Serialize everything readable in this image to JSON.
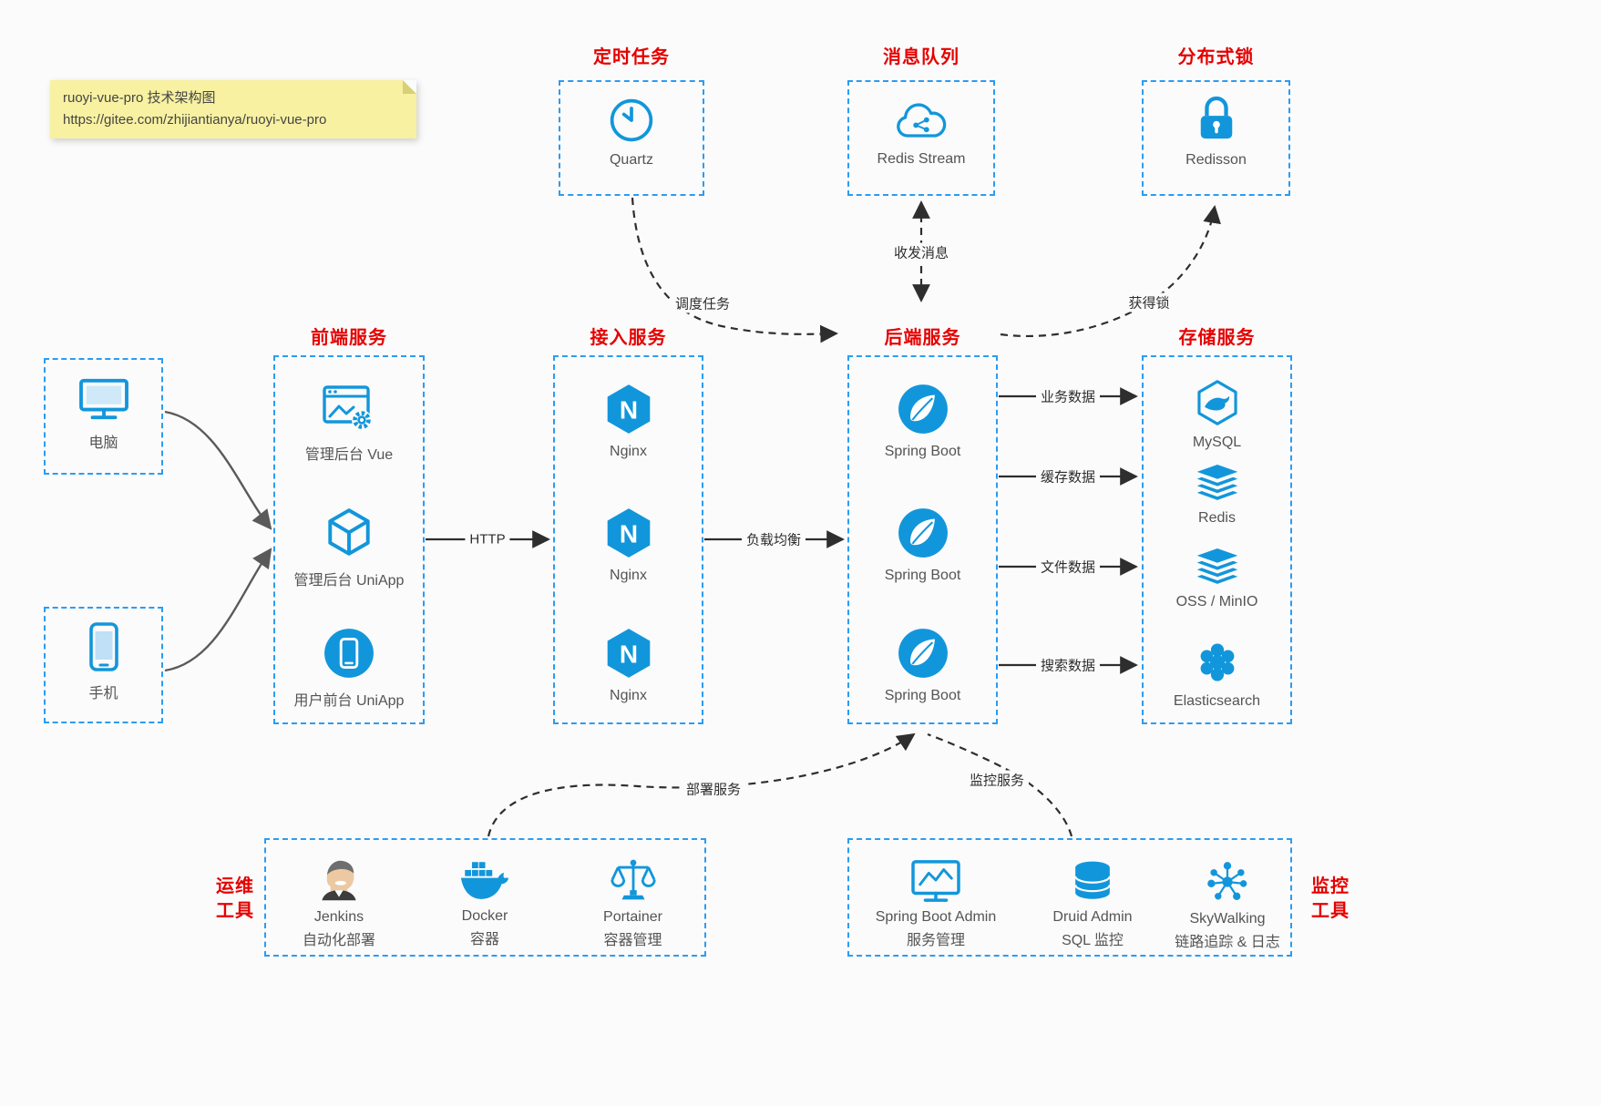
{
  "colors": {
    "background": "#fbfbfb",
    "accent_blue": "#1296db",
    "box_border_blue": "#2b9cf2",
    "title_red": "#e60000",
    "note_background": "#f7f1a1",
    "label_gray": "#545454",
    "arrow_dark": "#2e2e2e",
    "arrow_gray": "#5a5a5a"
  },
  "note": {
    "line1": "ruoyi-vue-pro 技术架构图",
    "line2": "https://gitee.com/zhijiantianya/ruoyi-vue-pro"
  },
  "top_groups": [
    {
      "title": "定时任务",
      "item": {
        "icon": "clock-icon",
        "label": "Quartz"
      }
    },
    {
      "title": "消息队列",
      "item": {
        "icon": "cloud-stream-icon",
        "label": "Redis Stream"
      }
    },
    {
      "title": "分布式锁",
      "item": {
        "icon": "lock-icon",
        "label": "Redisson"
      }
    }
  ],
  "clients": [
    {
      "icon": "monitor-icon",
      "label": "电脑"
    },
    {
      "icon": "phone-icon",
      "label": "手机"
    }
  ],
  "columns": [
    {
      "title": "前端服务",
      "items": [
        {
          "icon": "admin-vue-icon",
          "label": "管理后台 Vue"
        },
        {
          "icon": "uniapp-cube-icon",
          "label": "管理后台 UniApp"
        },
        {
          "icon": "user-app-icon",
          "label": "用户前台 UniApp"
        }
      ]
    },
    {
      "title": "接入服务",
      "items": [
        {
          "icon": "nginx-icon",
          "label": "Nginx"
        },
        {
          "icon": "nginx-icon",
          "label": "Nginx"
        },
        {
          "icon": "nginx-icon",
          "label": "Nginx"
        }
      ]
    },
    {
      "title": "后端服务",
      "items": [
        {
          "icon": "spring-boot-icon",
          "label": "Spring Boot"
        },
        {
          "icon": "spring-boot-icon",
          "label": "Spring Boot"
        },
        {
          "icon": "spring-boot-icon",
          "label": "Spring Boot"
        }
      ]
    },
    {
      "title": "存储服务",
      "items": [
        {
          "icon": "mysql-icon",
          "label": "MySQL"
        },
        {
          "icon": "redis-stack-icon",
          "label": "Redis"
        },
        {
          "icon": "oss-stack-icon",
          "label": "OSS / MinIO"
        },
        {
          "icon": "elasticsearch-icon",
          "label": "Elasticsearch"
        }
      ]
    }
  ],
  "bottom_groups": [
    {
      "side_label_line1": "运维",
      "side_label_line2": "工具",
      "items": [
        {
          "icon": "jenkins-icon",
          "label1": "Jenkins",
          "label2": "自动化部署"
        },
        {
          "icon": "docker-icon",
          "label1": "Docker",
          "label2": "容器"
        },
        {
          "icon": "portainer-icon",
          "label1": "Portainer",
          "label2": "容器管理"
        }
      ]
    },
    {
      "side_label_line1": "监控",
      "side_label_line2": "工具",
      "items": [
        {
          "icon": "spring-boot-admin-icon",
          "label1": "Spring Boot Admin",
          "label2": "服务管理"
        },
        {
          "icon": "druid-icon",
          "label1": "Druid Admin",
          "label2": "SQL 监控"
        },
        {
          "icon": "skywalking-icon",
          "label1": "SkyWalking",
          "label2": "链路追踪 & 日志"
        }
      ]
    }
  ],
  "edge_labels": {
    "http": "HTTP",
    "load_balance": "负载均衡",
    "schedule": "调度任务",
    "message": "收发消息",
    "lock": "获得锁",
    "business_data": "业务数据",
    "cache_data": "缓存数据",
    "file_data": "文件数据",
    "search_data": "搜索数据",
    "deploy": "部署服务",
    "monitor": "监控服务"
  }
}
